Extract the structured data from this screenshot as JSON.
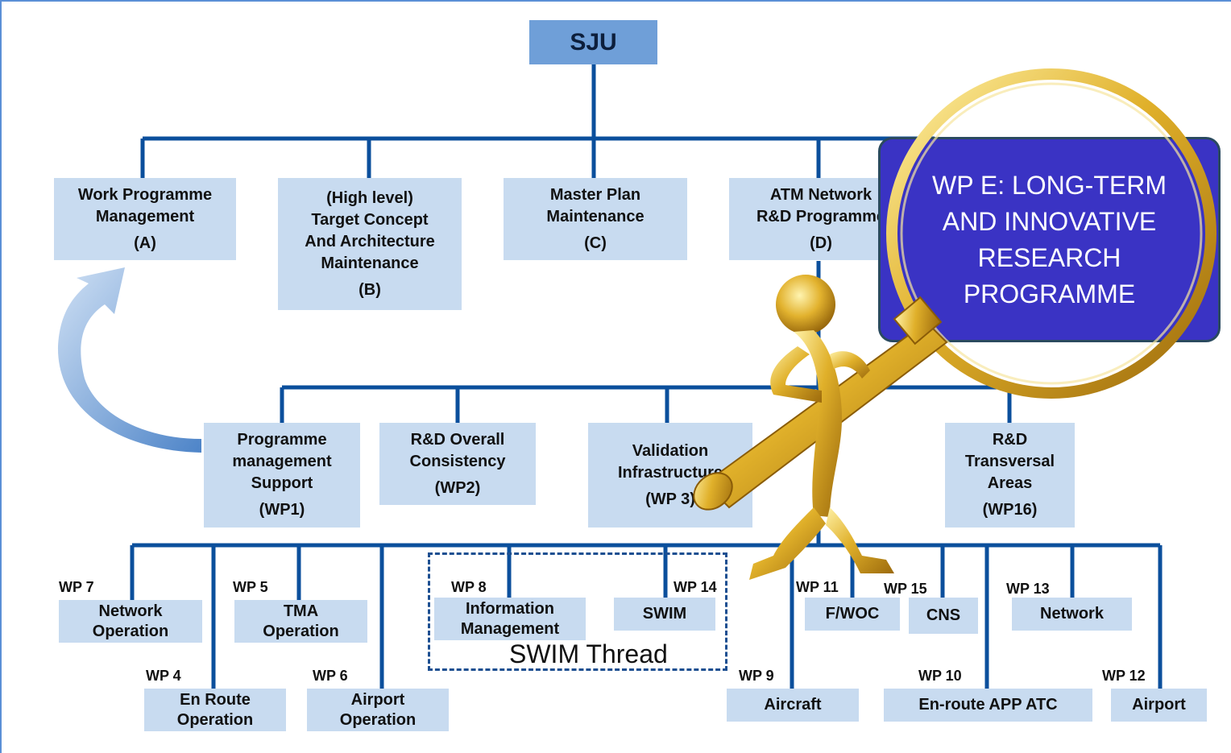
{
  "root": {
    "label": "SJU"
  },
  "top_level": [
    {
      "id": "a",
      "lines": [
        "Work Programme",
        "Management"
      ],
      "code": "(A)"
    },
    {
      "id": "b",
      "lines": [
        "(High level)",
        "Target Concept",
        "And Architecture",
        "Maintenance"
      ],
      "code": "(B)"
    },
    {
      "id": "c",
      "lines": [
        "Master Plan",
        "Maintenance"
      ],
      "code": "(C)"
    },
    {
      "id": "d",
      "lines": [
        "ATM Network",
        "R&D Programme"
      ],
      "code": "(D)"
    }
  ],
  "mid_level": [
    {
      "id": "wp1",
      "lines": [
        "Programme",
        "management",
        "Support"
      ],
      "code": "(WP1)"
    },
    {
      "id": "wp2",
      "lines": [
        "R&D Overall",
        "Consistency"
      ],
      "code": "(WP2)"
    },
    {
      "id": "wp3",
      "lines": [
        "Validation",
        "Infrastructure"
      ],
      "code": "(WP 3)"
    },
    {
      "id": "wp16",
      "lines": [
        "R&D",
        "Transversal",
        "Areas"
      ],
      "code": "(WP16)"
    }
  ],
  "work_packages": [
    {
      "id": "wp7",
      "label": "WP 7",
      "lines": [
        "Network",
        "Operation"
      ]
    },
    {
      "id": "wp5",
      "label": "WP 5",
      "lines": [
        "TMA",
        "Operation"
      ]
    },
    {
      "id": "wp8",
      "label": "WP 8",
      "lines": [
        "Information",
        "Management"
      ]
    },
    {
      "id": "wp14",
      "label": "WP 14",
      "lines": [
        "SWIM"
      ]
    },
    {
      "id": "wp11",
      "label": "WP 11",
      "lines": [
        "F/WOC"
      ]
    },
    {
      "id": "wp15",
      "label": "WP 15",
      "lines": [
        "CNS"
      ]
    },
    {
      "id": "wp13",
      "label": "WP 13",
      "lines": [
        "Network"
      ]
    },
    {
      "id": "wp4",
      "label": "WP 4",
      "lines": [
        "En Route",
        "Operation"
      ]
    },
    {
      "id": "wp6",
      "label": "WP 6",
      "lines": [
        "Airport",
        "Operation"
      ]
    },
    {
      "id": "wp9",
      "label": "WP 9",
      "lines": [
        "Aircraft"
      ]
    },
    {
      "id": "wp10",
      "label": "WP 10",
      "lines": [
        "En-route APP ATC"
      ]
    },
    {
      "id": "wp12",
      "label": "WP 12",
      "lines": [
        "Airport"
      ]
    }
  ],
  "swim_thread": {
    "label": "SWIM Thread"
  },
  "callout": {
    "lines": [
      "WP E: LONG-TERM",
      "AND INNOVATIVE",
      "RESEARCH",
      "PROGRAMME"
    ]
  },
  "colors": {
    "connector": "#0b4f9c",
    "box_fill": "#c8dbf0",
    "root_fill": "#6f9fd8",
    "callout_fill": "#3a33c4",
    "magnifier_gold": "#d9a521"
  },
  "icons": [
    "curved-arrow-icon",
    "magnifying-glass-icon",
    "gold-figure-icon"
  ]
}
